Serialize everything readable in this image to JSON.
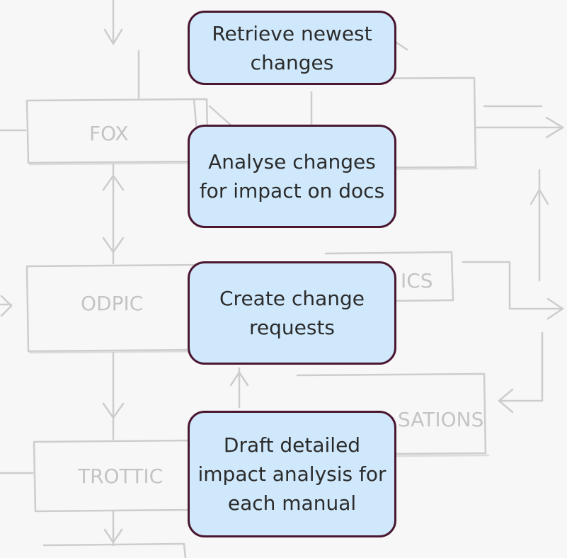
{
  "background": {
    "sketch_labels": [
      "FOX",
      "ODPIC",
      "ICS",
      "SATIONS",
      "TROTTIC"
    ]
  },
  "steps": [
    {
      "label": "Retrieve newest changes"
    },
    {
      "label": "Analyse changes for impact on docs"
    },
    {
      "label": "Create change requests"
    },
    {
      "label": "Draft detailed impact analysis for each manual"
    }
  ],
  "colors": {
    "box_fill": "#cfe8fb",
    "box_border": "#4a1730",
    "text": "#2b2b2b",
    "sketch": "#c8c8c8"
  }
}
